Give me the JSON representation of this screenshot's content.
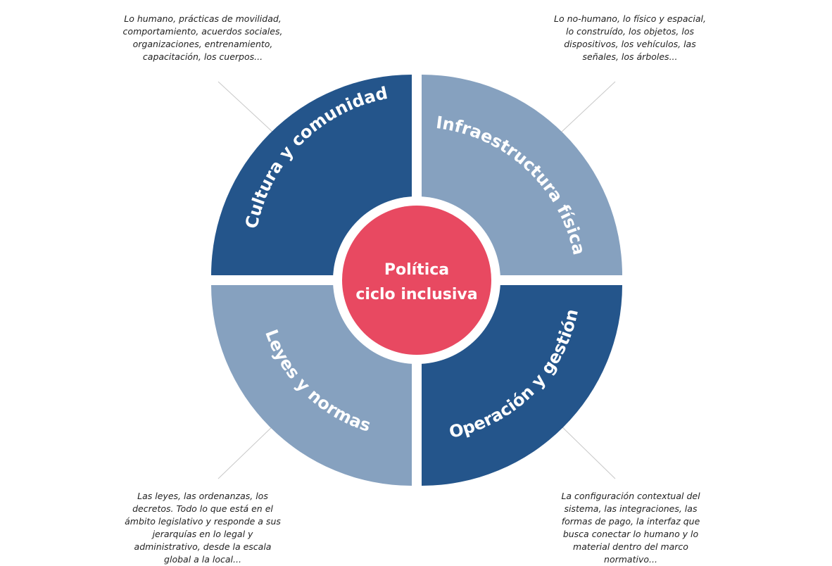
{
  "center": {
    "line1": "Política",
    "line2": "ciclo inclusiva"
  },
  "quadrants": {
    "top_left": {
      "label": "Cultura y comunidad",
      "description": "Lo humano, prácticas de movilidad, comportamiento, acuerdos sociales, organizaciones, entrenamiento, capacitación, los cuerpos..."
    },
    "top_right": {
      "label": "Infraestructura física",
      "description": "Lo no-humano, lo físico y espacial, lo construído, los objetos, los dispositivos, los vehículos, las señales, los árboles..."
    },
    "bottom_left": {
      "label": "Leyes y normas",
      "description": "Las leyes, las ordenanzas, los decretos. Todo lo que está en el ámbito legislativo y responde a sus jerarquías en lo legal y administrativo, desde la escala global a la local..."
    },
    "bottom_right": {
      "label": "Operación y gestión",
      "description": "La configuración contextual del sistema, las integraciones, las formas de pago, la interfaz que busca conectar lo humano y lo material dentro del marco normativo..."
    }
  },
  "colors": {
    "dark_blue": "#24558B",
    "light_blue": "#86A1BF",
    "center_red": "#E84961",
    "leader_line": "#c8c8c8",
    "background": "#ffffff"
  }
}
